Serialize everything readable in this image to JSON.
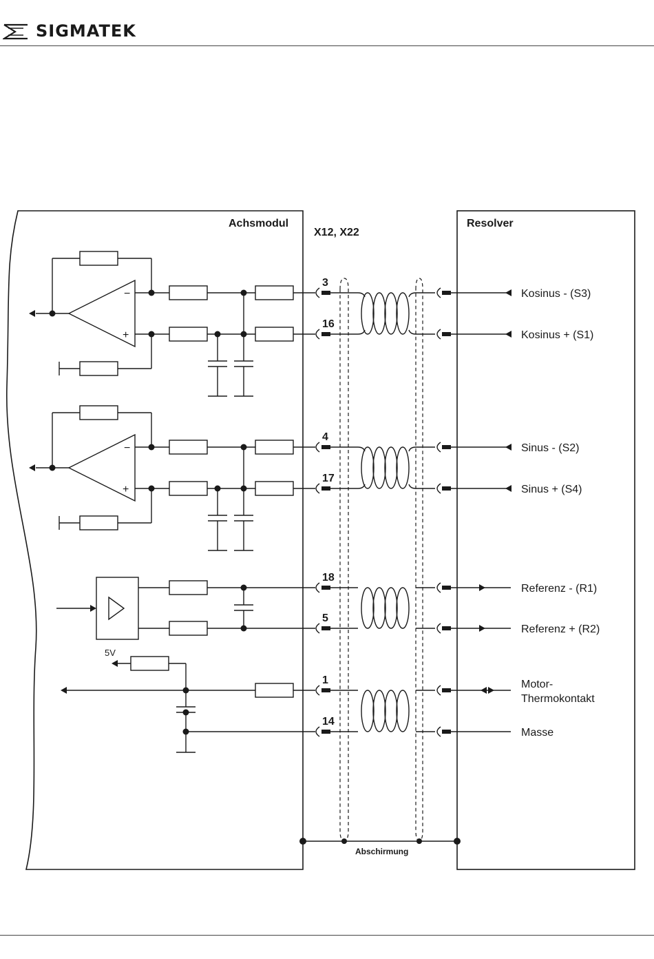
{
  "header": {
    "brand": "SIGMATEK",
    "logo_icon": "sigmatek-logo-icon"
  },
  "diagram": {
    "left_block": "Achsmodul",
    "connector": "X12, X22",
    "right_block": "Resolver",
    "shield": "Abschirmung",
    "supply": "5V",
    "channels": [
      {
        "pin": "3",
        "signal": "Kosinus - (S3)"
      },
      {
        "pin": "16",
        "signal": "Kosinus + (S1)"
      },
      {
        "pin": "4",
        "signal": "Sinus - (S2)"
      },
      {
        "pin": "17",
        "signal": "Sinus + (S4)"
      },
      {
        "pin": "18",
        "signal": "Referenz - (R1)"
      },
      {
        "pin": "5",
        "signal": "Referenz + (R2)"
      },
      {
        "pin": "1",
        "signal": "Motor-",
        "signal2": "Thermokontakt"
      },
      {
        "pin": "14",
        "signal": "Masse"
      }
    ],
    "opamp_minus": "−",
    "opamp_plus": "+"
  }
}
